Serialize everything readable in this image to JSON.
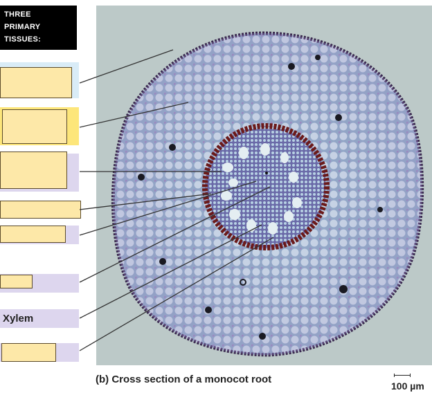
{
  "header": {
    "line1": "THREE",
    "line2": "PRIMARY",
    "line3": "TISSUES:"
  },
  "colors": {
    "dermal_band": "#d9ecf7",
    "ground_band": "#fde67a",
    "vascular_band": "#ddd6ee",
    "answer_box": "#fde8a8",
    "endodermis": "#6b1a1a",
    "photo_bg": "#bcc9c8"
  },
  "labels": [
    {
      "id": "dermal",
      "band": "dermal",
      "text": "",
      "answer_box": true
    },
    {
      "id": "ground",
      "band": "ground",
      "text": "",
      "answer_box": true
    },
    {
      "id": "vascular-1",
      "band": "vascular",
      "text": "",
      "answer_box": true
    },
    {
      "id": "vascular-2",
      "band": "none",
      "text": "",
      "answer_box": true
    },
    {
      "id": "vascular-3",
      "band": "vascular",
      "text": "",
      "answer_box": true
    },
    {
      "id": "vascular-4",
      "band": "vascular",
      "text": "",
      "answer_box": true
    },
    {
      "id": "xylem",
      "band": "vascular",
      "text": "Xylem",
      "answer_box": false
    },
    {
      "id": "vascular-6",
      "band": "vascular",
      "text": "",
      "answer_box": true
    }
  ],
  "caption": "(b) Cross section of a monocot root",
  "scale_bar": "100 µm"
}
